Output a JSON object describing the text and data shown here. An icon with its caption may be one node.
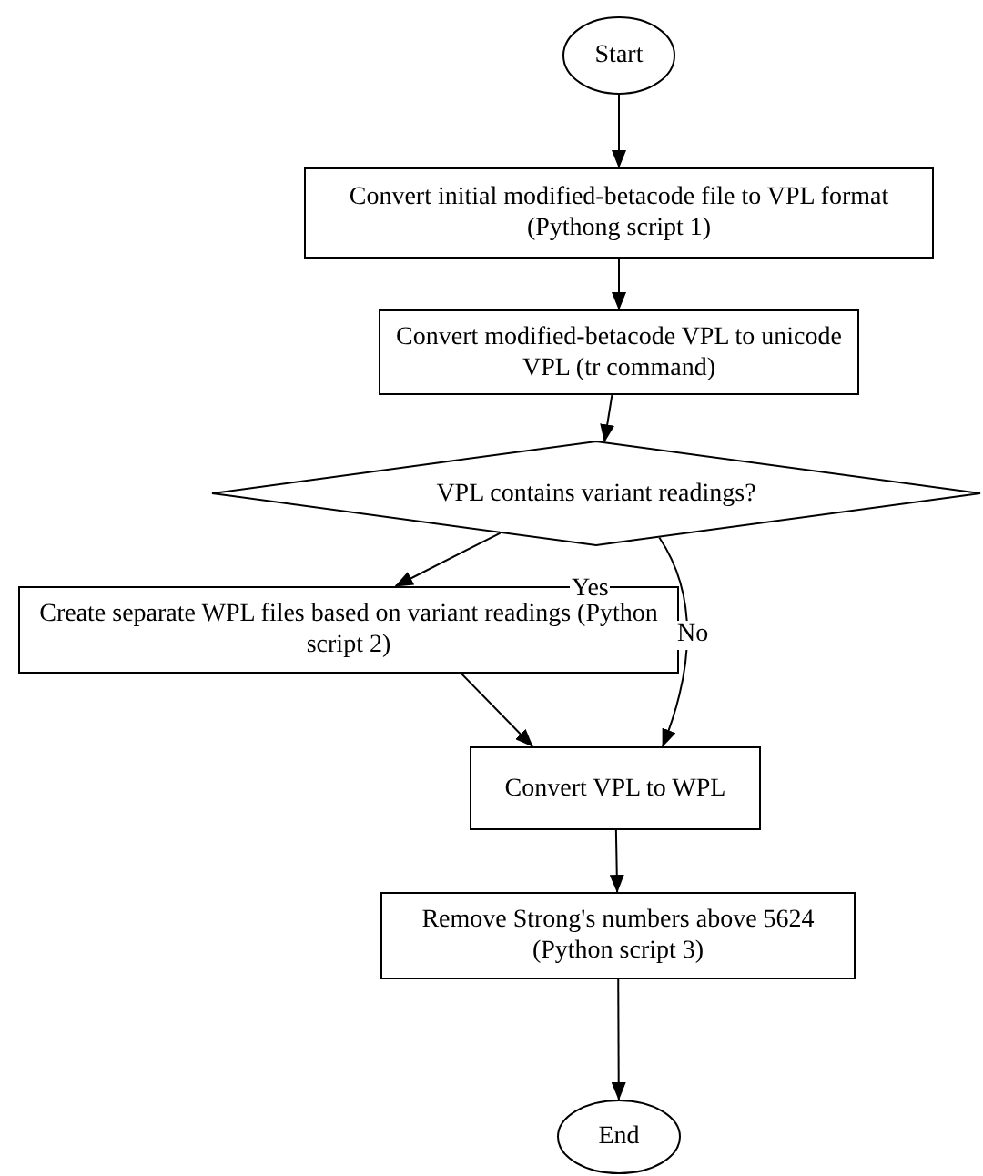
{
  "diagram": {
    "nodes": [
      {
        "text": [
          "Start"
        ]
      },
      {
        "text": [
          "Convert initial modified-betacode file to VPL format (Pythong script 1)"
        ]
      },
      {
        "text": [
          "Convert modified-betacode VPL to unicode VPL (tr command)"
        ]
      },
      {
        "text": [
          "VPL contains variant readings?"
        ]
      },
      {
        "text": [
          "Create separate WPL files based on variant readings (Python script 2)"
        ]
      },
      {
        "text": [
          "Convert VPL to WPL"
        ]
      },
      {
        "text": [
          "Remove Strong's numbers above 5624 (Python script 3)"
        ]
      },
      {
        "text": [
          "End"
        ]
      }
    ],
    "edges": [
      {
        "from": 0,
        "to": 1,
        "arrow": "to"
      },
      {
        "from": 1,
        "to": 2,
        "arrow": "to"
      },
      {
        "from": 2,
        "to": 3,
        "arrow": "to"
      },
      {
        "from": 3,
        "to": 4,
        "arrow": "to",
        "label": "Yes"
      },
      {
        "from": 3,
        "to": 5,
        "arrow": "to",
        "label": "No"
      },
      {
        "from": 4,
        "to": 5,
        "arrow": "to"
      },
      {
        "from": 5,
        "to": 6,
        "arrow": "to"
      },
      {
        "from": 6,
        "to": 7,
        "arrow": "to"
      }
    ]
  }
}
